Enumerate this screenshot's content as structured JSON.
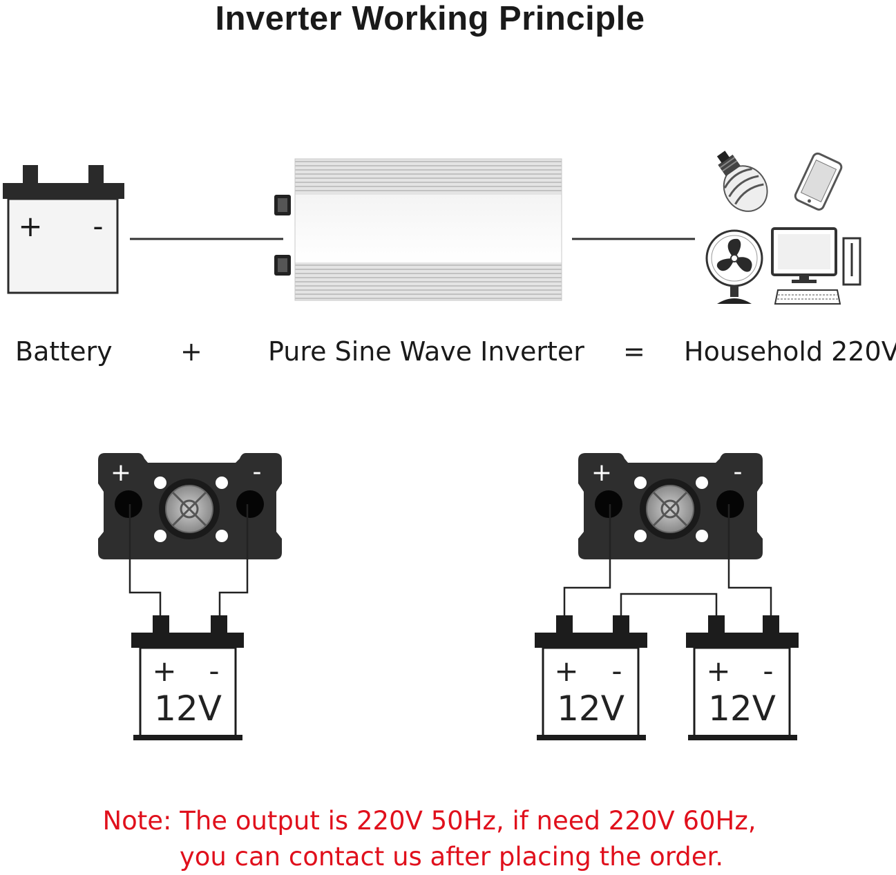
{
  "title": "Inverter Working Principle",
  "equation": {
    "battery": "Battery",
    "plus": "+",
    "inverter": "Pure Sine Wave Inverter",
    "equals": "=",
    "output": "Household 220V"
  },
  "terminals": {
    "positive": "+",
    "negative": "-"
  },
  "single_setup": {
    "battery": {
      "voltage": "12V",
      "plus": "+",
      "minus": "-"
    }
  },
  "dual_setup": {
    "battery_a": {
      "voltage": "12V",
      "plus": "+",
      "minus": "-"
    },
    "battery_b": {
      "voltage": "12V",
      "plus": "+",
      "minus": "-"
    }
  },
  "note": {
    "line1": "Note: The output is 220V 50Hz, if need 220V 60Hz,",
    "line2": "you can contact us after placing the order."
  },
  "colors": {
    "note": "#e0101c",
    "device": "#2b2b2b",
    "line": "#333333"
  },
  "icons": [
    "battery-icon",
    "inverter-icon",
    "light-bulb-icon",
    "smartphone-icon",
    "fan-icon",
    "computer-icon"
  ]
}
